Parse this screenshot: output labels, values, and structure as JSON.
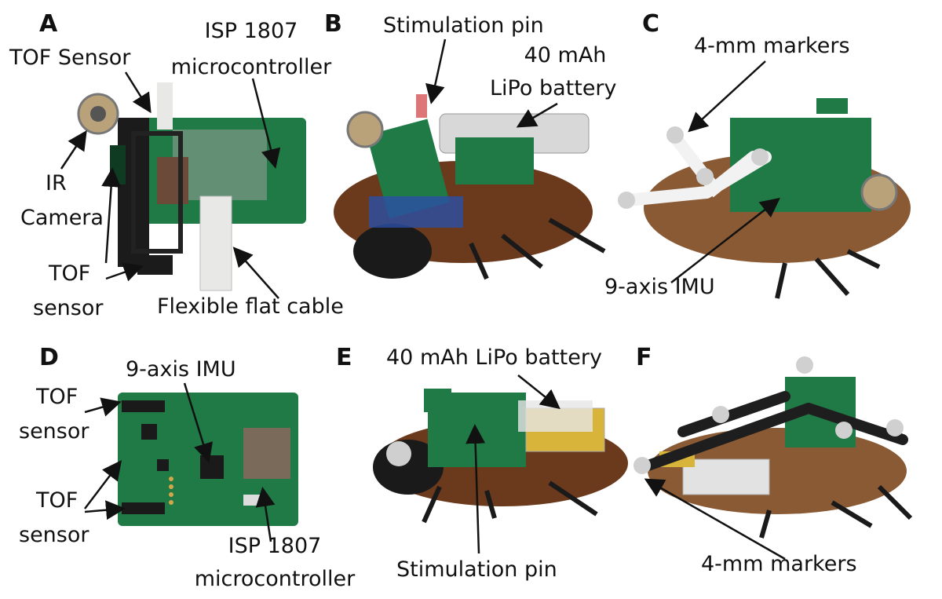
{
  "panels": [
    "A",
    "B",
    "C",
    "D",
    "E",
    "F"
  ],
  "labels": {
    "a_tof_top": "TOF Sensor",
    "a_isp_1": "ISP 1807",
    "a_isp_2": "microcontroller",
    "a_ir_1": "IR",
    "a_ir_2": "Camera",
    "a_tof_bot_1": "TOF",
    "a_tof_bot_2": "sensor",
    "a_cable": "Flexible flat cable",
    "b_stim": "Stimulation pin",
    "b_batt_1": "40 mAh",
    "b_batt_2": "LiPo battery",
    "c_markers": "4-mm markers",
    "c_imu": "9-axis IMU",
    "d_imu": "9-axis IMU",
    "d_tof1_1": "TOF",
    "d_tof1_2": "sensor",
    "d_tof2_1": "TOF",
    "d_tof2_2": "sensor",
    "d_isp_1": "ISP 1807",
    "d_isp_2": "microcontroller",
    "e_batt": "40 mAh LiPo battery",
    "e_stim": "Stimulation pin",
    "f_markers": "4-mm markers"
  },
  "colors": {
    "pcb": "#1f7a45",
    "pcb_dark": "#145532",
    "battery": "#d8b43a",
    "roach": "#6b3a1c",
    "marker": "#d0d0d0",
    "cable": "#e8e8e6"
  }
}
